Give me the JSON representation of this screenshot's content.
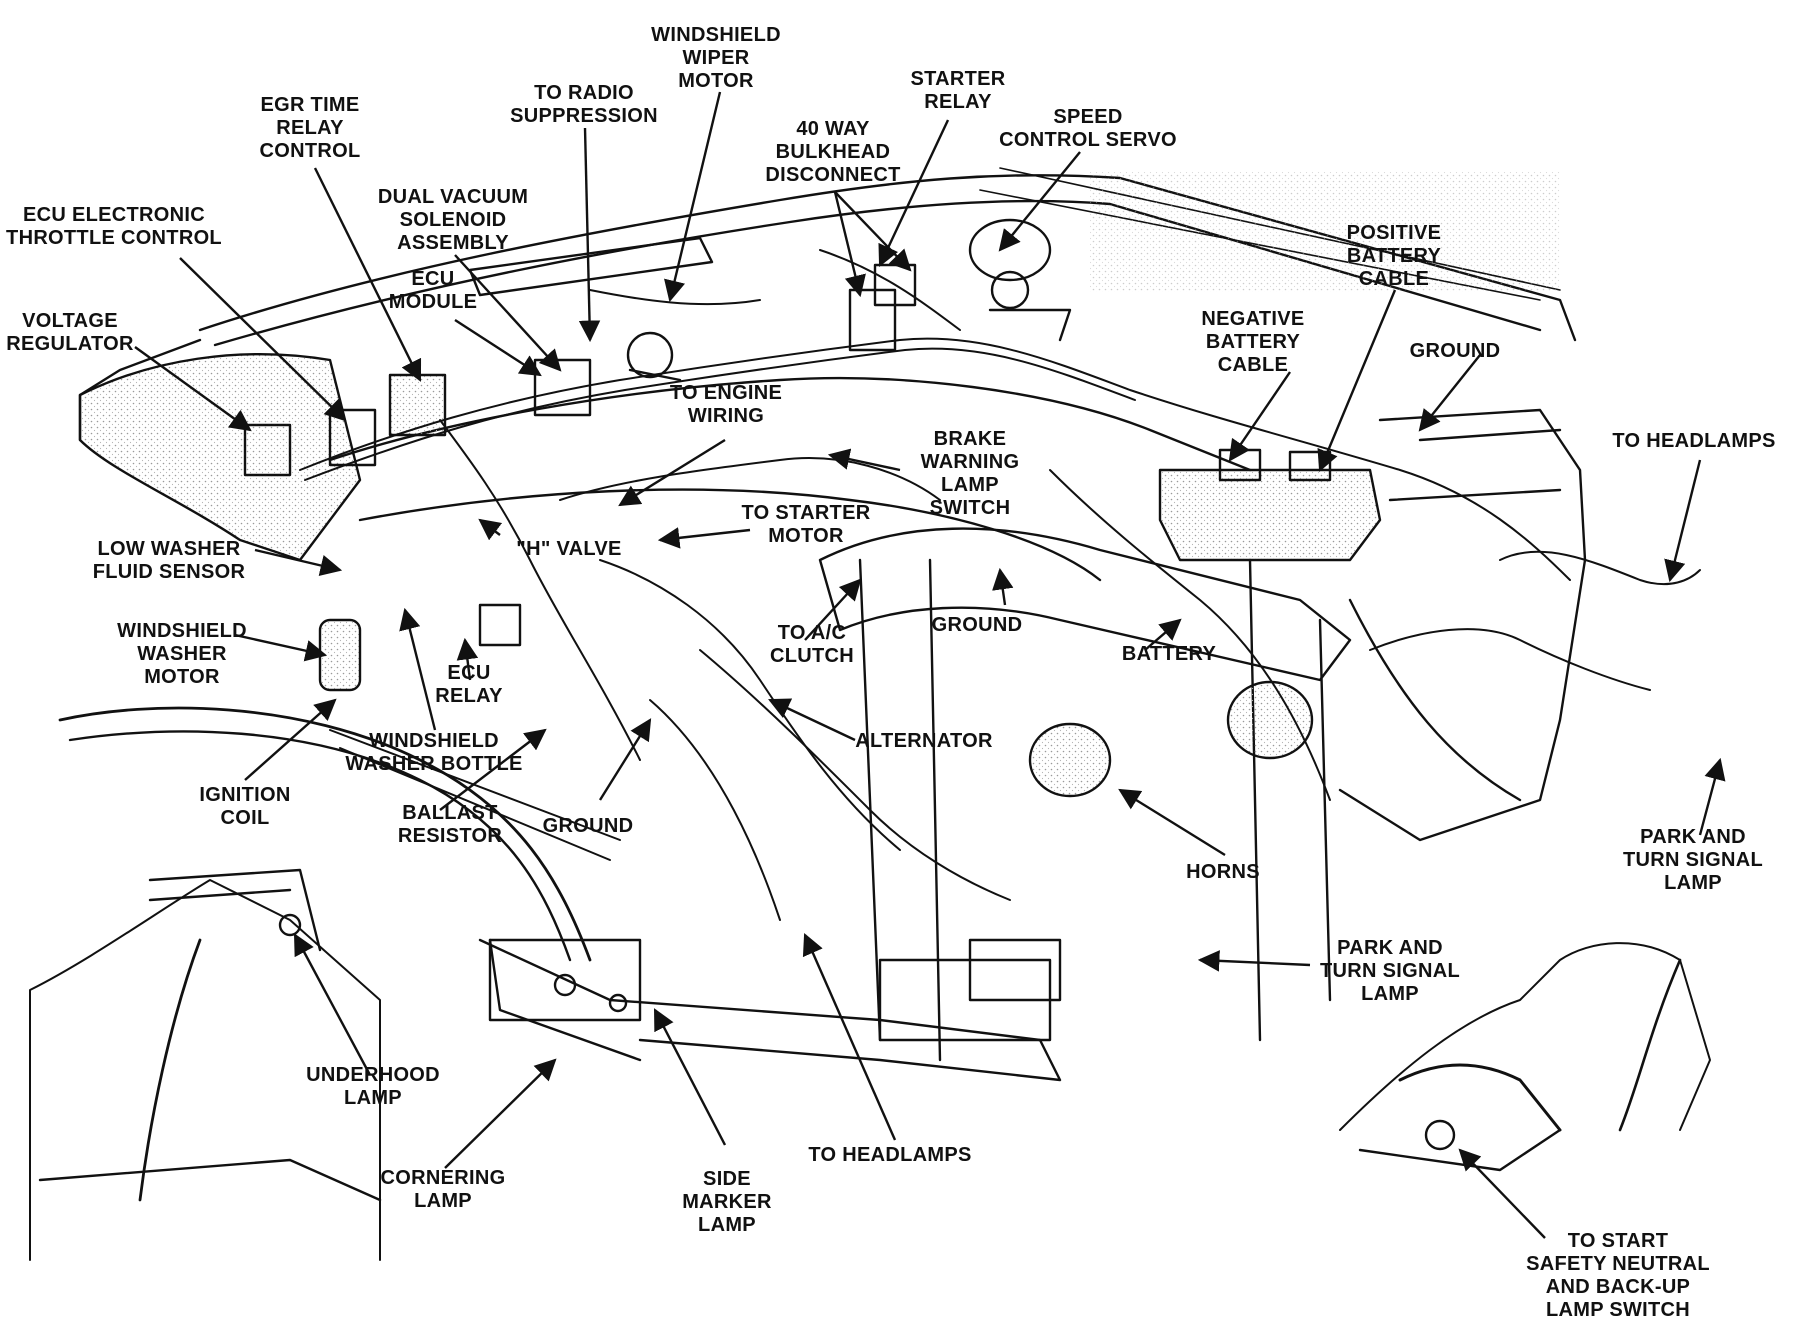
{
  "diagram": {
    "colors": {
      "ink": "#111111",
      "paper": "#ffffff",
      "shade": "#9a9a9a"
    },
    "labels": {
      "windshield_wiper_motor": "WINDSHIELD\nWIPER\nMOTOR",
      "starter_relay": "STARTER\nRELAY",
      "speed_control_servo": "SPEED\nCONTROL SERVO",
      "egr_time_relay_control": "EGR TIME\nRELAY\nCONTROL",
      "to_radio_suppression": "TO RADIO\nSUPPRESSION",
      "bulkhead_disconnect": "40 WAY\nBULKHEAD\nDISCONNECT",
      "ecu_electronic_throttle_control": "ECU ELECTRONIC\nTHROTTLE CONTROL",
      "dual_vacuum_solenoid_assembly": "DUAL VACUUM\nSOLENOID\nASSEMBLY",
      "positive_battery_cable": "POSITIVE\nBATTERY\nCABLE",
      "ecu_module": "ECU\nMODULE",
      "negative_battery_cable": "NEGATIVE\nBATTERY\nCABLE",
      "voltage_regulator": "VOLTAGE\nREGULATOR",
      "ground_top": "GROUND",
      "to_headlamps_right": "TO HEADLAMPS",
      "to_engine_wiring": "TO ENGINE\nWIRING",
      "brake_warning_lamp_switch": "BRAKE\nWARNING\nLAMP\nSWITCH",
      "to_starter_motor": "TO STARTER\nMOTOR",
      "low_washer_fluid_sensor": "LOW WASHER\nFLUID SENSOR",
      "h_valve": "\"H\" VALVE",
      "ground_middle": "GROUND",
      "windshield_washer_motor": "WINDSHIELD\nWASHER\nMOTOR",
      "to_ac_clutch": "TO A/C\nCLUTCH",
      "battery": "BATTERY",
      "ecu_relay": "ECU\nRELAY",
      "windshield_washer_bottle": "WINDSHIELD\nWASHER BOTTLE",
      "alternator": "ALTERNATOR",
      "park_turn_signal_lamp_right": "PARK AND\nTURN SIGNAL\nLAMP",
      "ignition_coil": "IGNITION\nCOIL",
      "ballast_resistor": "BALLAST\nRESISTOR",
      "ground_bottom": "GROUND",
      "horns": "HORNS",
      "park_turn_signal_lamp_center": "PARK AND\nTURN SIGNAL\nLAMP",
      "underhood_lamp": "UNDERHOOD\nLAMP",
      "cornering_lamp": "CORNERING\nLAMP",
      "side_marker_lamp": "SIDE\nMARKER\nLAMP",
      "to_headlamps_bottom": "TO HEADLAMPS",
      "to_start_safety_switch": "TO START\nSAFETY NEUTRAL\nAND BACK-UP\nLAMP SWITCH"
    }
  }
}
